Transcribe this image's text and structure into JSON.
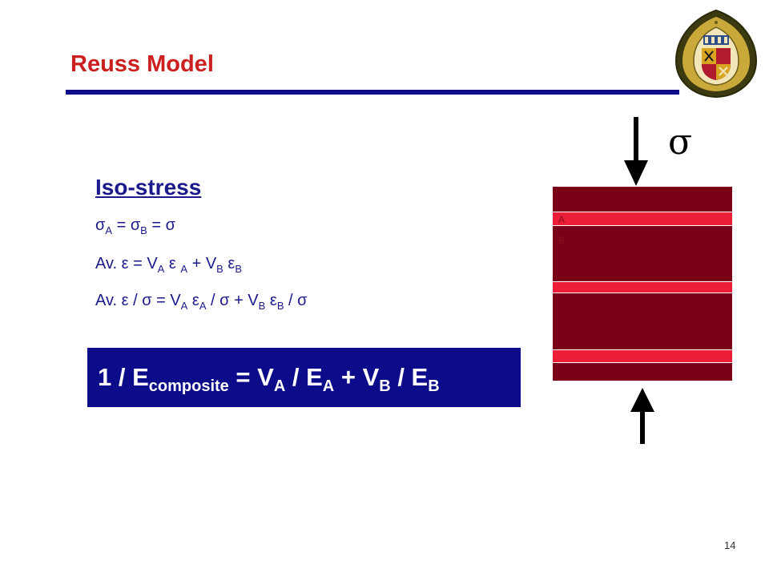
{
  "slide": {
    "title": "Reuss Model",
    "page_number": "14"
  },
  "content": {
    "heading": "Iso-stress",
    "eq1": {
      "s1": "σ",
      "sub1": "A",
      "mid1": " = ",
      "s2": "σ",
      "sub2": "B",
      "rest": " = σ"
    },
    "eq2": {
      "pre": "Av. ε = V",
      "sub1": "A",
      "mid1": " ε ",
      "sub2": "A",
      "mid2": " + V",
      "sub3": "B",
      "mid3": " ε",
      "sub4": "B"
    },
    "eq3": {
      "pre": "Av. ε / σ  = V",
      "sub1": "A",
      "mid1": " ε",
      "sub2": "A",
      "mid2": " / σ + V",
      "sub3": "B",
      "mid3": "  ε",
      "sub4": "B",
      "post": " / σ"
    }
  },
  "result_box": {
    "p1": "1 / E",
    "sub1": "composite",
    "p2": " = V",
    "sub2": "A",
    "p3": " / E",
    "sub3": "A",
    "p4": " + V",
    "sub4": "B",
    "p5": " / E",
    "sub5": "B"
  },
  "diagram": {
    "label_a": "A",
    "label_b": "B",
    "stress_symbol": "σ",
    "layer_colors": {
      "dark": "#7a0018",
      "light": "#ec1e37"
    }
  }
}
